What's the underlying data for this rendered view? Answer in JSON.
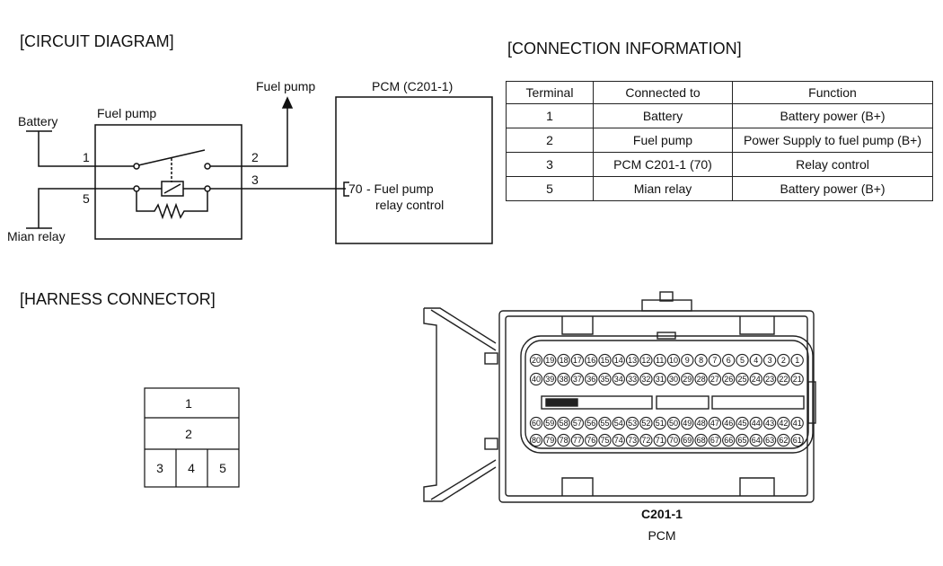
{
  "circuit": {
    "heading": "[CIRCUIT DIAGRAM]",
    "battery": "Battery",
    "main_relay": "Mian relay",
    "relay_box_label": "Fuel pump",
    "fuel_pump_arrow": "Fuel pump",
    "pcm_title": "PCM (C201-1)",
    "pin1": "1",
    "pin2": "2",
    "pin3": "3",
    "pin5": "5",
    "pcm_pin": "70",
    "pcm_line1": "- Fuel pump",
    "pcm_line2": "relay control"
  },
  "connection": {
    "heading": "[CONNECTION INFORMATION]",
    "headers": [
      "Terminal",
      "Connected to",
      "Function"
    ],
    "rows": [
      [
        "1",
        "Battery",
        "Battery power (B+)"
      ],
      [
        "2",
        "Fuel pump",
        "Power Supply to fuel pump (B+)"
      ],
      [
        "3",
        "PCM C201-1 (70)",
        "Relay control"
      ],
      [
        "5",
        "Mian relay",
        "Battery power (B+)"
      ]
    ]
  },
  "harness": {
    "heading": "[HARNESS CONNECTOR]",
    "cells": [
      "1",
      "2",
      "3",
      "4",
      "5"
    ]
  },
  "pcm_connector": {
    "name": "C201-1",
    "desc": "PCM",
    "rows": [
      [
        "20",
        "19",
        "18",
        "17",
        "16",
        "15",
        "14",
        "13",
        "12",
        "11",
        "10",
        "9",
        "8",
        "7",
        "6",
        "5",
        "4",
        "3",
        "2",
        "1"
      ],
      [
        "40",
        "39",
        "38",
        "37",
        "36",
        "35",
        "34",
        "33",
        "32",
        "31",
        "30",
        "29",
        "28",
        "27",
        "26",
        "25",
        "24",
        "23",
        "22",
        "21"
      ],
      [
        "60",
        "59",
        "58",
        "57",
        "56",
        "55",
        "54",
        "53",
        "52",
        "51",
        "50",
        "49",
        "48",
        "47",
        "46",
        "45",
        "44",
        "43",
        "42",
        "41"
      ],
      [
        "80",
        "79",
        "78",
        "77",
        "76",
        "75",
        "74",
        "73",
        "72",
        "71",
        "70",
        "69",
        "68",
        "67",
        "66",
        "65",
        "64",
        "63",
        "62",
        "61"
      ]
    ]
  }
}
